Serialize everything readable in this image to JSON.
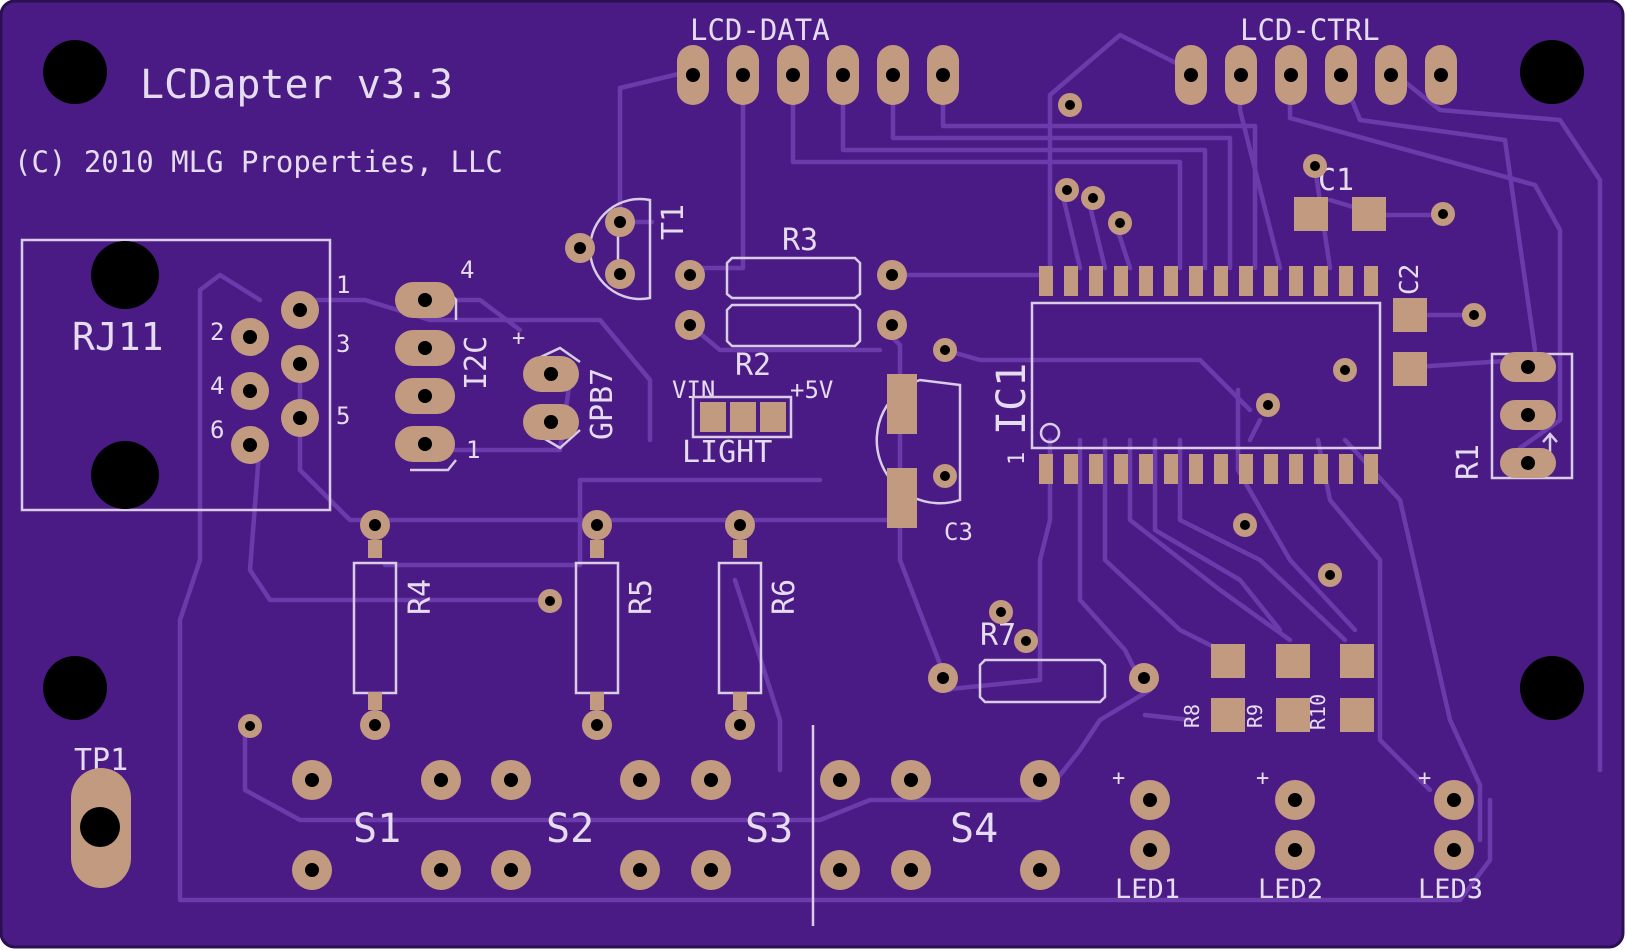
{
  "board": {
    "title": "LCDapter v3.3",
    "copyright": "(C) 2010 MLG Properties, LLC",
    "colors": {
      "board": "#4a1b85",
      "border": "#2a1050",
      "trace": "#6c3bab",
      "silkscreen": "#e6dcef",
      "copper_pad": "#c19a7f",
      "drill": "#000000"
    }
  },
  "headers": {
    "lcd_data": "LCD-DATA",
    "lcd_ctrl": "LCD-CTRL",
    "i2c": "I2C",
    "i2c_pin_top": "4",
    "i2c_pin_bottom": "1",
    "gpb7": "GPB7",
    "gpb7_plus": "+"
  },
  "connector": {
    "rj11": "RJ11",
    "pins": [
      "1",
      "2",
      "3",
      "4",
      "5",
      "6"
    ]
  },
  "components": {
    "t1": "T1",
    "r1": "R1",
    "r2": "R2",
    "r3": "R3",
    "r4": "R4",
    "r5": "R5",
    "r6": "R6",
    "r7": "R7",
    "r8": "R8",
    "r9": "R9",
    "r10": "R10",
    "c1": "C1",
    "c2": "C2",
    "c3": "C3",
    "ic1": "IC1",
    "ic1_pin1": "1",
    "tp1": "TP1"
  },
  "jumper": {
    "vin": "VIN",
    "plus5v": "+5V",
    "light": "LIGHT"
  },
  "switches": [
    "S1",
    "S2",
    "S3",
    "S4"
  ],
  "leds": [
    {
      "label": "LED1",
      "plus": "+"
    },
    {
      "label": "LED2",
      "plus": "+"
    },
    {
      "label": "LED3",
      "plus": "+"
    }
  ]
}
